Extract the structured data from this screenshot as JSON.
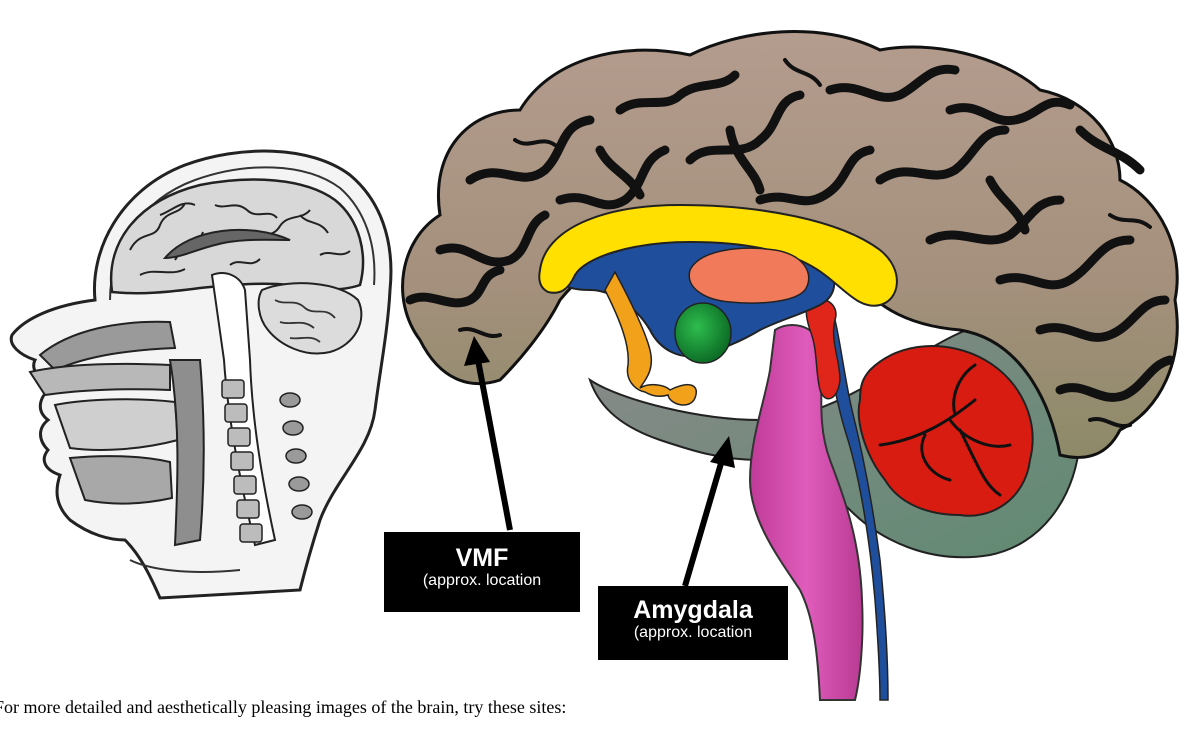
{
  "labels": {
    "vmf": {
      "title": "VMF",
      "subtitle": "(approx. location"
    },
    "amygdala": {
      "title": "Amygdala",
      "subtitle": "(approx. location"
    }
  },
  "caption": "For more detailed and aesthetically pleasing images of the brain, try these sites:",
  "colors": {
    "cortex": "#a89482",
    "cortex_lower": "#8e8e6a",
    "corpus_callosum": "#ffe000",
    "ventricle": "#1f4f9c",
    "thalamus": "#f07a5a",
    "green_nucleus": "#1e9a3a",
    "fornix": "#f2a21a",
    "brainstem": "#d64fb0",
    "cerebellum": "#dd1f16",
    "temporal_region": "#7e8a8a"
  }
}
